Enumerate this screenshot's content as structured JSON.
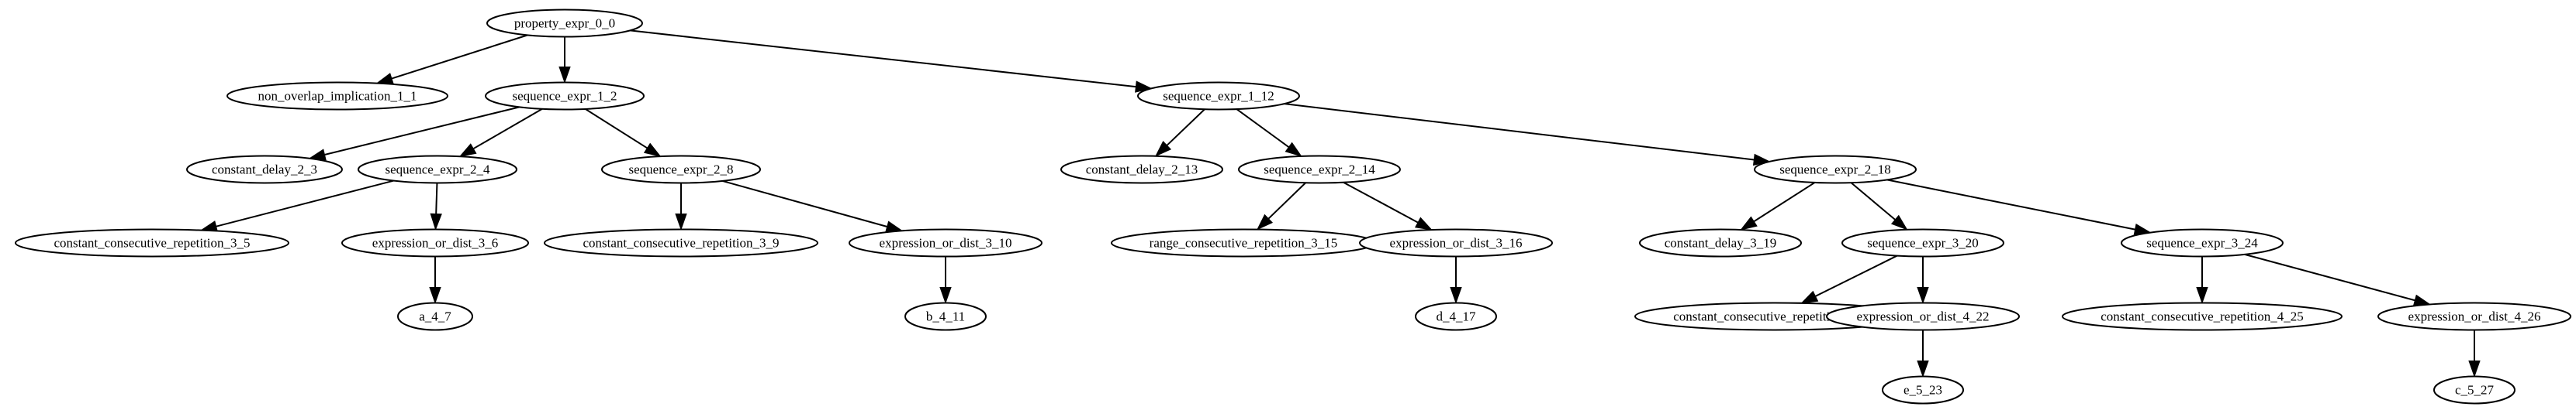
{
  "diagram": {
    "nodes": [
      {
        "id": "n0",
        "label": "property_expr_0_0"
      },
      {
        "id": "n1",
        "label": "non_overlap_implication_1_1"
      },
      {
        "id": "n2",
        "label": "sequence_expr_1_2"
      },
      {
        "id": "n3",
        "label": "sequence_expr_1_12"
      },
      {
        "id": "n4",
        "label": "constant_delay_2_3"
      },
      {
        "id": "n5",
        "label": "sequence_expr_2_4"
      },
      {
        "id": "n6",
        "label": "sequence_expr_2_8"
      },
      {
        "id": "n7",
        "label": "constant_delay_2_13"
      },
      {
        "id": "n8",
        "label": "sequence_expr_2_14"
      },
      {
        "id": "n9",
        "label": "sequence_expr_2_18"
      },
      {
        "id": "n10",
        "label": "constant_consecutive_repetition_3_5"
      },
      {
        "id": "n11",
        "label": "expression_or_dist_3_6"
      },
      {
        "id": "n12",
        "label": "constant_consecutive_repetition_3_9"
      },
      {
        "id": "n13",
        "label": "expression_or_dist_3_10"
      },
      {
        "id": "n14",
        "label": "range_consecutive_repetition_3_15"
      },
      {
        "id": "n15",
        "label": "expression_or_dist_3_16"
      },
      {
        "id": "n16",
        "label": "constant_delay_3_19"
      },
      {
        "id": "n17",
        "label": "sequence_expr_3_20"
      },
      {
        "id": "n18",
        "label": "sequence_expr_3_24"
      },
      {
        "id": "n19",
        "label": "a_4_7"
      },
      {
        "id": "n20",
        "label": "b_4_11"
      },
      {
        "id": "n21",
        "label": "d_4_17"
      },
      {
        "id": "n22",
        "label": "constant_consecutive_repetition_4_21"
      },
      {
        "id": "n23",
        "label": "expression_or_dist_4_22"
      },
      {
        "id": "n24",
        "label": "constant_consecutive_repetition_4_25"
      },
      {
        "id": "n25",
        "label": "expression_or_dist_4_26"
      },
      {
        "id": "n26",
        "label": "e_5_23"
      },
      {
        "id": "n27",
        "label": "c_5_27"
      }
    ],
    "edges": [
      {
        "from": "n0",
        "to": "n1"
      },
      {
        "from": "n0",
        "to": "n2"
      },
      {
        "from": "n0",
        "to": "n3"
      },
      {
        "from": "n2",
        "to": "n4"
      },
      {
        "from": "n2",
        "to": "n5"
      },
      {
        "from": "n2",
        "to": "n6"
      },
      {
        "from": "n5",
        "to": "n10"
      },
      {
        "from": "n5",
        "to": "n11"
      },
      {
        "from": "n11",
        "to": "n19"
      },
      {
        "from": "n6",
        "to": "n12"
      },
      {
        "from": "n6",
        "to": "n13"
      },
      {
        "from": "n13",
        "to": "n20"
      },
      {
        "from": "n3",
        "to": "n7"
      },
      {
        "from": "n3",
        "to": "n8"
      },
      {
        "from": "n3",
        "to": "n9"
      },
      {
        "from": "n8",
        "to": "n14"
      },
      {
        "from": "n8",
        "to": "n15"
      },
      {
        "from": "n15",
        "to": "n21"
      },
      {
        "from": "n9",
        "to": "n16"
      },
      {
        "from": "n9",
        "to": "n17"
      },
      {
        "from": "n9",
        "to": "n18"
      },
      {
        "from": "n17",
        "to": "n22"
      },
      {
        "from": "n17",
        "to": "n23"
      },
      {
        "from": "n23",
        "to": "n26"
      },
      {
        "from": "n18",
        "to": "n24"
      },
      {
        "from": "n18",
        "to": "n25"
      },
      {
        "from": "n25",
        "to": "n27"
      }
    ]
  }
}
